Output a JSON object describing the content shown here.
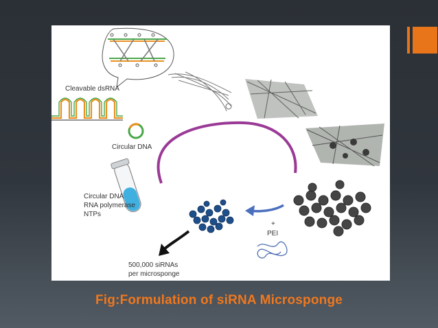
{
  "slide": {
    "caption": "Fig:Formulation of siRNA Microsponge",
    "accent_color": "#e8751a"
  },
  "figure": {
    "labels": {
      "cleavable_dsrna": "Cleavable dsRNA",
      "circular_dna": "Circular DNA",
      "tube_line1": "Circular DNA",
      "tube_line2": "RNA polymerase",
      "tube_line3": "NTPs",
      "plus": "+",
      "pei": "PEI",
      "output_line1": "500,000 siRNAs",
      "output_line2": "per microsponge"
    },
    "colors": {
      "cycle_arrow": "#9a3a96",
      "pei_arrow": "#4a6fbf",
      "microsponge_blue": "#1f4f8a",
      "complex_dark": "#454545",
      "tube_liquid": "#3fb0e0",
      "rna_orange": "#e8911f",
      "rna_green": "#4aa64a",
      "pei_blue": "#4f6fb0"
    }
  }
}
